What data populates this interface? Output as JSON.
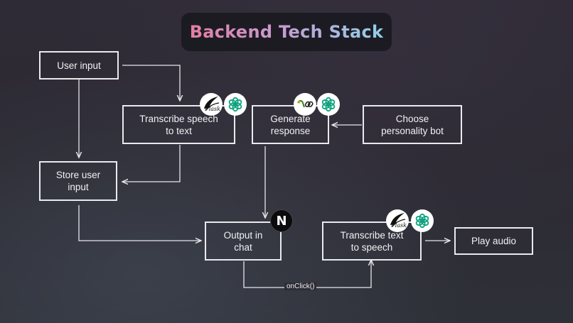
{
  "title": "Backend Tech Stack",
  "colors": {
    "title_gradient": [
      "#e27ea3",
      "#c99ad0",
      "#8fd0ea"
    ],
    "node_border": "#e9e9ee",
    "node_text": "#f1f1f4",
    "edge": "#e6e6ea",
    "openai_green": "#10a37f",
    "nextjs_badge": "#0b0b0d"
  },
  "nodes": {
    "user_input": "User input",
    "transcribe_speech": "Transcribe speech\nto text",
    "generate_response": "Generate\nresponse",
    "choose_personality": "Choose\npersonality bot",
    "store_input": "Store user\ninput",
    "output_chat": "Output in\nchat",
    "transcribe_text": "Transcribe text\nto speech",
    "play_audio": "Play audio"
  },
  "edge_labels": {
    "onclick": "onClick()"
  },
  "badges": {
    "flask_text": "Flask",
    "nextjs_letter": "N",
    "icons": [
      "flask-icon",
      "openai-icon",
      "langchain-icon",
      "nextjs-icon"
    ]
  }
}
